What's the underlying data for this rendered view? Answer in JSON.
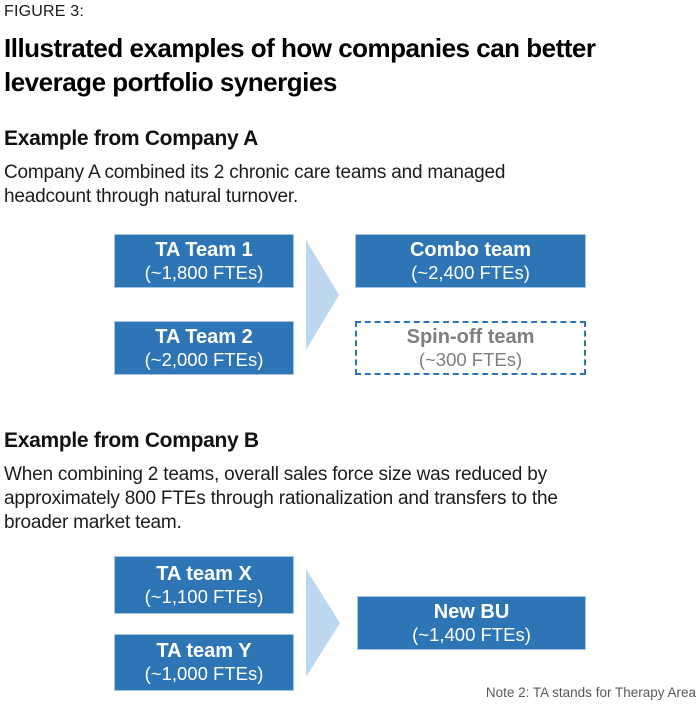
{
  "figure_label": "FIGURE 3:",
  "title": "Illustrated examples of how companies can better leverage portfolio synergies",
  "colors": {
    "box_blue": "#2E75B6",
    "box_edge": "#A6C5E4",
    "arrow_blue": "#BDD7EE",
    "dashed_border_blue": "#2E75B6",
    "muted_text": "#7F7F7F",
    "note_text": "#595959"
  },
  "example_a": {
    "heading": "Example from Company A",
    "description": "Company A combined its 2 chronic care teams and managed headcount through natural turnover.",
    "inputs": [
      {
        "name": "TA Team 1",
        "size": "(~1,800 FTEs)"
      },
      {
        "name": "TA Team 2",
        "size": "(~2,000 FTEs)"
      }
    ],
    "outputs": [
      {
        "name": "Combo team",
        "size": "(~2,400 FTEs)",
        "style": "solid"
      },
      {
        "name": "Spin-off team",
        "size": "(~300 FTEs)",
        "style": "dashed"
      }
    ]
  },
  "example_b": {
    "heading": "Example from Company B",
    "description": "When combining 2 teams, overall sales force size was reduced by approximately 800 FTEs through rationalization and transfers to the broader market team.",
    "inputs": [
      {
        "name": "TA team X",
        "size": "(~1,100 FTEs)"
      },
      {
        "name": "TA team Y",
        "size": "(~1,000 FTEs)"
      }
    ],
    "outputs": [
      {
        "name": "New BU",
        "size": "(~1,400 FTEs)",
        "style": "solid"
      }
    ]
  },
  "note": "Note 2: TA stands for Therapy Area"
}
